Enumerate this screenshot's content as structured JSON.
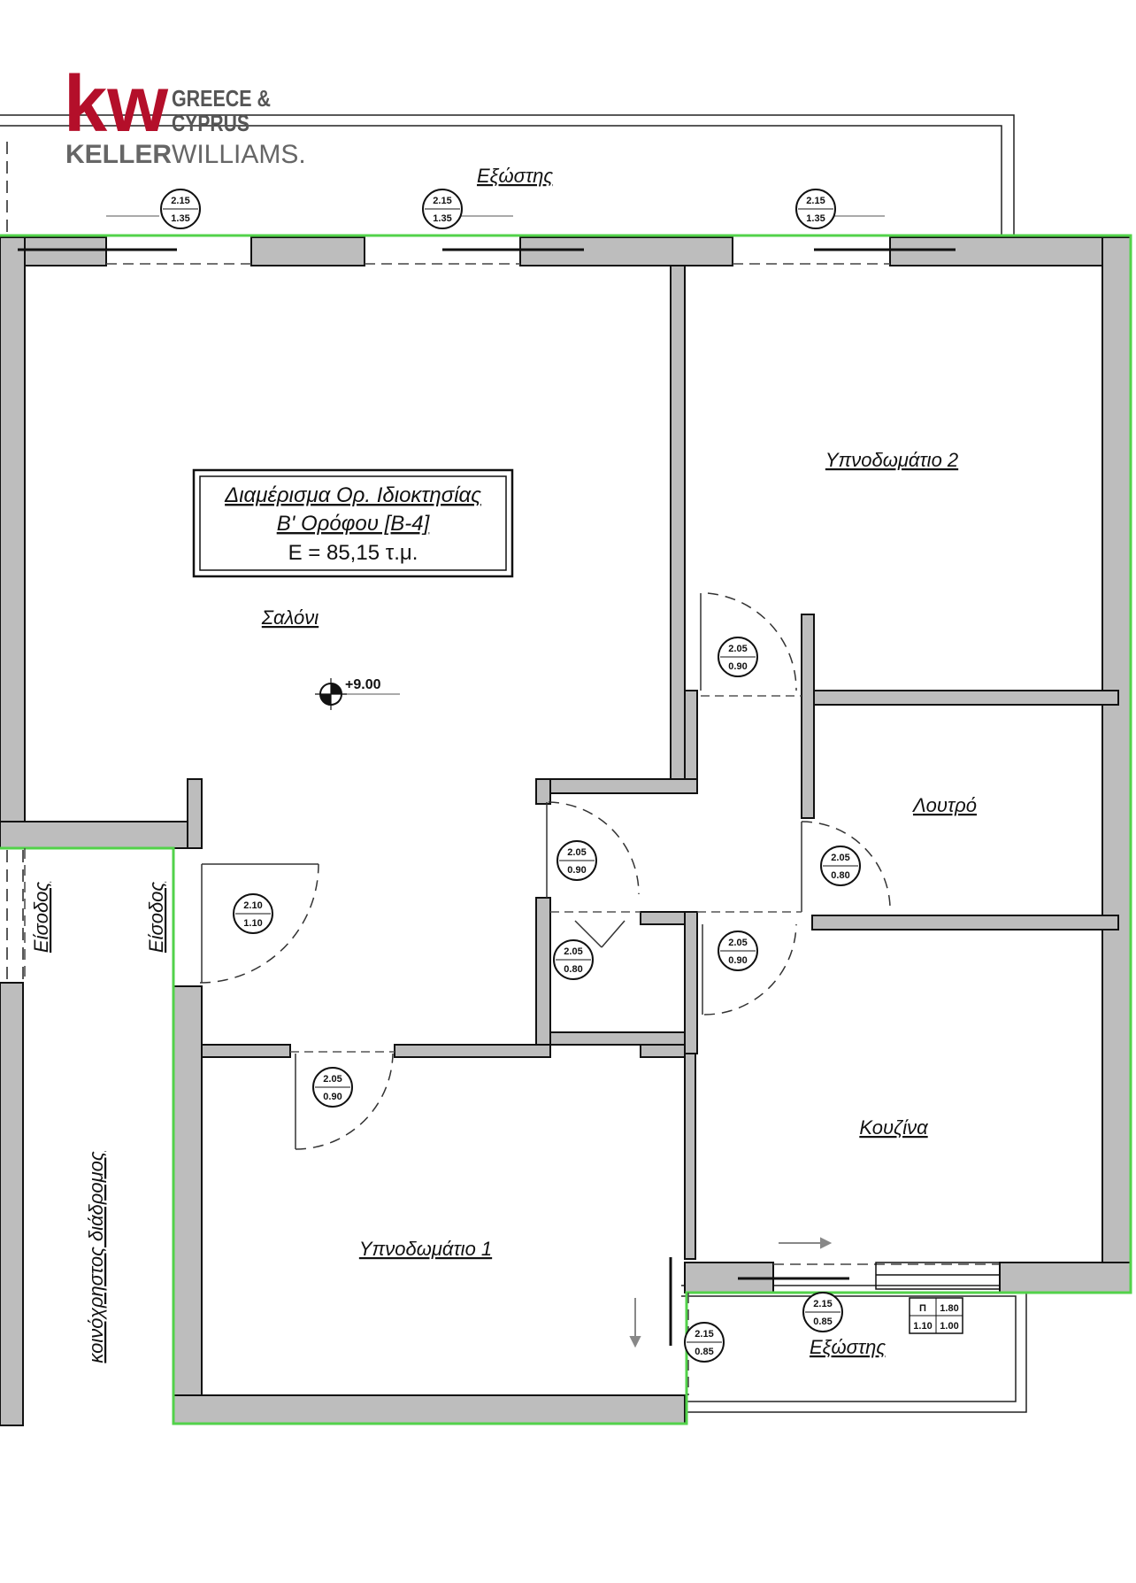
{
  "logo": {
    "mark": "kw",
    "region_line1": "GREECE &",
    "region_line2": "CYPRUS",
    "brand_part1": "KELLER",
    "brand_part2": "WILLIAMS.",
    "brand_color": "#b40f2a"
  },
  "title_box": {
    "line1": "Διαμέρισμα Ορ. Ιδιοκτησίας",
    "line2": "Β' Ορόφου [Β-4]",
    "line3": "Ε = 85,15 τ.μ."
  },
  "elevation": "+9.00",
  "rooms": {
    "balcony_top": "Εξώστης",
    "balcony_bottom": "Εξώστης",
    "living": "Σαλόνι",
    "bedroom1": "Υπνοδωμάτιο 1",
    "bedroom2": "Υπνοδωμάτιο 2",
    "bathroom": "Λουτρό",
    "kitchen": "Κουζίνα",
    "entrance_outer": "Είσοδος",
    "entrance_inner": "Είσοδος",
    "corridor": "κοινόχρηστος διάδρομος"
  },
  "window_tags": [
    {
      "h": "2.15",
      "w": "1.35"
    },
    {
      "h": "2.15",
      "w": "1.35"
    },
    {
      "h": "2.15",
      "w": "1.35"
    },
    {
      "h": "2.15",
      "w": "0.85"
    },
    {
      "h": "2.15",
      "w": "0.85"
    }
  ],
  "door_tags": [
    {
      "h": "2.05",
      "w": "0.90"
    },
    {
      "h": "2.05",
      "w": "0.90"
    },
    {
      "h": "2.05",
      "w": "0.80"
    },
    {
      "h": "2.05",
      "w": "0.80"
    },
    {
      "h": "2.05",
      "w": "0.90"
    },
    {
      "h": "2.10",
      "w": "1.10"
    },
    {
      "h": "2.05",
      "w": "0.90"
    }
  ],
  "window_table": {
    "r1c1": "Π",
    "r1c2": "1.80",
    "r2c1": "1.10",
    "r2c2": "1.00"
  },
  "colors": {
    "wall": "#bdbdbd",
    "outline": "#52d24a",
    "ink": "#111111"
  }
}
